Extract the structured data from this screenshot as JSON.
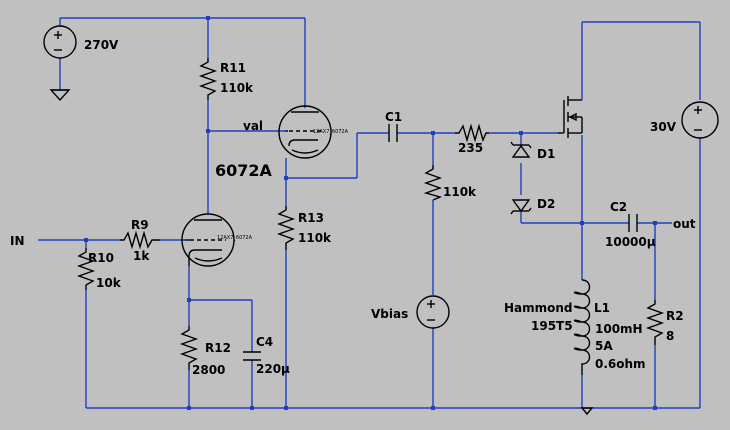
{
  "labels": {
    "v270": "270V",
    "v30": "30V",
    "vbias": "Vbias",
    "r11": "R11",
    "r11_val": "110k",
    "val": "val",
    "tube_model_top": "12AX7_6072A",
    "tube_model_bot": "12AX7_6072A",
    "tube_name": "6072A",
    "c1": "C1",
    "r_series": "235",
    "r_bias": "110k",
    "d1": "D1",
    "d2": "D2",
    "c2": "C2",
    "c2_val": "10000µ",
    "out": "out",
    "in": "IN",
    "r9": "R9",
    "r9_val": "1k",
    "r10": "R10",
    "r10_val": "10k",
    "r13": "R13",
    "r13_val": "110k",
    "r12": "R12",
    "r12_val": "2800",
    "c4": "C4",
    "c4_val": "220µ",
    "hammond": "Hammond",
    "hammond_model": "195T5",
    "l1": "L1",
    "l1_val": "100mH",
    "l1_current": "5A",
    "l1_res": "0.6ohm",
    "r2": "R2",
    "r2_val": "8"
  }
}
